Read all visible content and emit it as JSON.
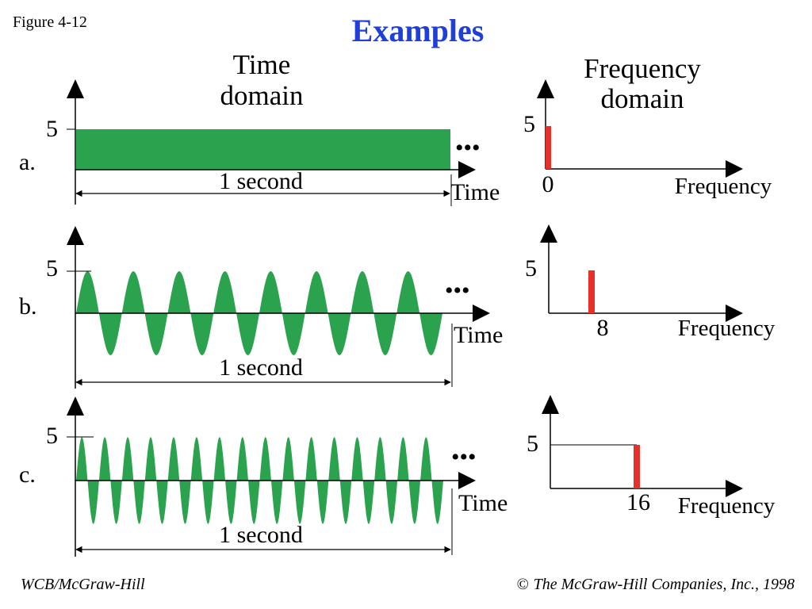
{
  "slide": {
    "figure_label": "Figure 4-12",
    "title": "Examples",
    "footer_left": "WCB/McGraw-Hill",
    "footer_right_symbol": "©",
    "footer_right": "The McGraw-Hill Companies, Inc., 1998"
  },
  "colors": {
    "time_signal": "#2aa24e",
    "spectrum_line": "#e8302a",
    "title": "#1f3fd8",
    "axis": "#000000"
  },
  "headers": {
    "time_line1": "Time",
    "time_line2": "domain",
    "freq_line1": "Frequency",
    "freq_line2": "domain"
  },
  "examples": [
    {
      "label": "a.",
      "signal": "constant",
      "amplitude": 5,
      "amplitude_label": "5",
      "cycles_per_second": 0,
      "duration_label": "1 second",
      "continuation": "•••",
      "time_axis_label": "Time",
      "freq_amplitude_label": "5",
      "freq_value_label": "0",
      "freq_axis_label": "Frequency"
    },
    {
      "label": "b.",
      "signal": "sine",
      "amplitude": 5,
      "amplitude_label": "5",
      "cycles_per_second": 8,
      "duration_label": "1 second",
      "continuation": "•••",
      "time_axis_label": "Time",
      "freq_amplitude_label": "5",
      "freq_value_label": "8",
      "freq_axis_label": "Frequency"
    },
    {
      "label": "c.",
      "signal": "sine",
      "amplitude": 5,
      "amplitude_label": "5",
      "cycles_per_second": 16,
      "duration_label": "1 second",
      "continuation": "•••",
      "time_axis_label": "Time",
      "freq_amplitude_label": "5",
      "freq_value_label": "16",
      "freq_axis_label": "Frequency"
    }
  ]
}
